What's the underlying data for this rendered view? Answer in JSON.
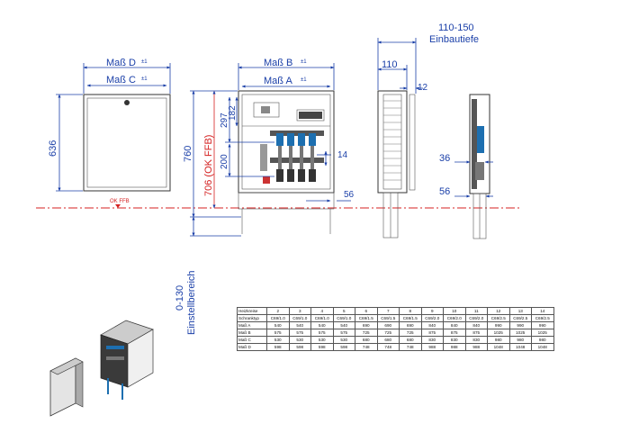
{
  "front_view": {
    "dim_d": "Maß D",
    "dim_d_tol": "±1",
    "dim_c": "Maß C",
    "dim_c_tol": "±1",
    "height": "636",
    "floor_marker": "OK FFB"
  },
  "open_view": {
    "dim_b": "Maß B",
    "dim_b_tol": "±1",
    "dim_a": "Maß A",
    "dim_a_tol": "±1",
    "total_height": "760",
    "ffb_height": "706 (OK FFB)",
    "dim_297": "297",
    "dim_182": "182",
    "dim_200": "200",
    "dim_14": "14",
    "dim_56": "56",
    "adjust_range": "0-130",
    "adjust_label": "Einstellbereich"
  },
  "side_view": {
    "depth_range": "110-150",
    "depth_label": "Einbautiefe",
    "dim_110": "110",
    "dim_12": "12"
  },
  "section_view": {
    "dim_36": "36",
    "dim_56": "56"
  },
  "table": {
    "header": [
      "Heizkreise",
      "2",
      "3",
      "4",
      "5",
      "6",
      "7",
      "8",
      "9",
      "10",
      "11",
      "12",
      "13",
      "14"
    ],
    "rows": [
      [
        "Schranktyp",
        "C69/1.0",
        "C69/1.0",
        "C69/1.0",
        "C69/1.0",
        "C69/1.5",
        "C69/1.5",
        "C69/1.5",
        "C69/2.0",
        "C69/2.0",
        "C69/2.0",
        "C69/2.5",
        "C69/2.5",
        "C69/2.5"
      ],
      [
        "Maß A",
        "540",
        "540",
        "540",
        "540",
        "690",
        "690",
        "690",
        "840",
        "840",
        "840",
        "990",
        "990",
        "990"
      ],
      [
        "Maß B",
        "575",
        "575",
        "575",
        "575",
        "725",
        "725",
        "725",
        "875",
        "875",
        "875",
        "1025",
        "1025",
        "1025"
      ],
      [
        "Maß C",
        "530",
        "530",
        "530",
        "530",
        "680",
        "680",
        "680",
        "830",
        "830",
        "830",
        "980",
        "980",
        "980"
      ],
      [
        "Maß D",
        "598",
        "598",
        "598",
        "598",
        "748",
        "748",
        "748",
        "988",
        "988",
        "988",
        "1048",
        "1048",
        "1048"
      ]
    ]
  },
  "colors": {
    "dimension": "#1a3fa8",
    "floor_line": "#d42020",
    "outline": "#333333"
  }
}
